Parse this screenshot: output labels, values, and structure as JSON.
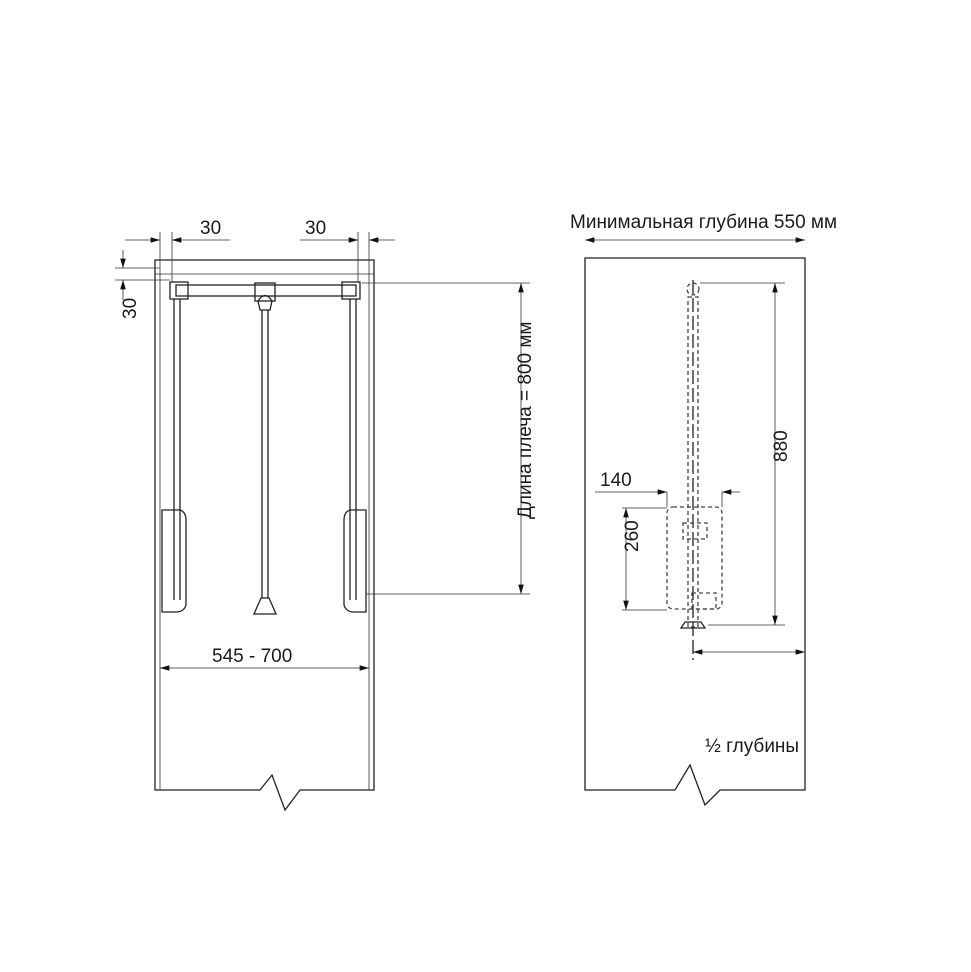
{
  "front_view": {
    "offset_left": "30",
    "offset_right": "30",
    "offset_top": "30",
    "arm_length": "Длина плеча = 800 мм",
    "width_range": "545 - 700"
  },
  "side_view": {
    "min_depth": "Минимальная глубина 550 мм",
    "height": "880",
    "handle_width": "140",
    "handle_height": "260",
    "half_depth": "½ глубины"
  }
}
